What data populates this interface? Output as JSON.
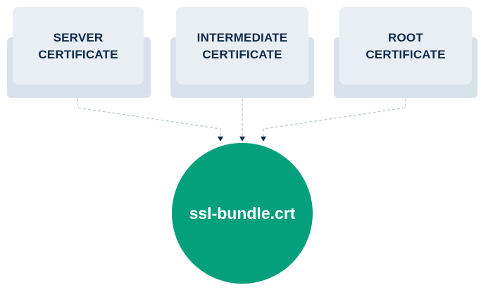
{
  "certificates": [
    {
      "line1": "SERVER",
      "line2": "CERTIFICATE"
    },
    {
      "line1": "INTERMEDIATE",
      "line2": "CERTIFICATE"
    },
    {
      "line1": "ROOT",
      "line2": "CERTIFICATE"
    }
  ],
  "bundle": {
    "filename": "ssl-bundle.crt"
  },
  "colors": {
    "bundle_fill": "#04a07c",
    "card_front": "#e9eef4",
    "card_back": "#d9e2ea",
    "text_dark": "#0d2a4a",
    "connector": "#b9c7d3"
  }
}
